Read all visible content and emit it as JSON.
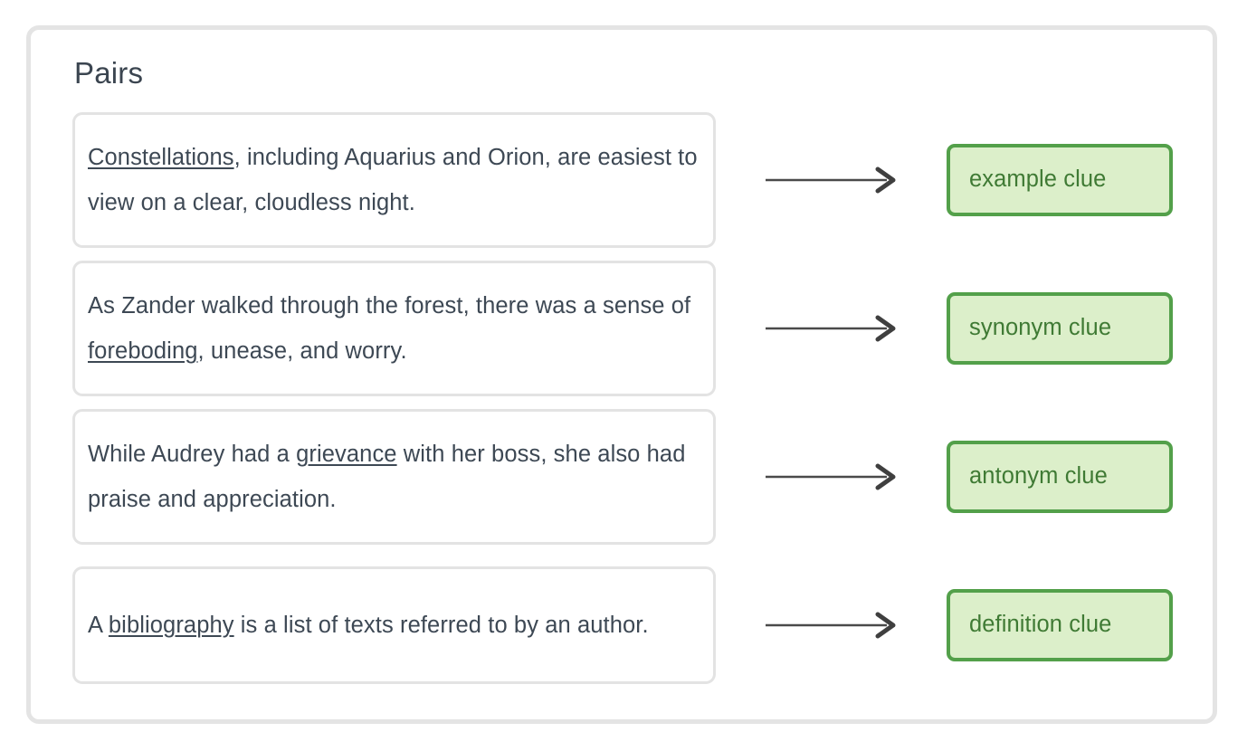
{
  "panel": {
    "title": "Pairs"
  },
  "arrow": {
    "icon": "arrow-right-icon",
    "color": "#4a4a4a"
  },
  "colors": {
    "panel_border": "#e4e4e4",
    "card_border": "#e3e3e3",
    "text": "#3d4854",
    "clue_fill": "#dcefca",
    "clue_border": "#53a04a",
    "clue_text": "#3f7a34"
  },
  "pairs": [
    {
      "sentence_full": "Constellations, including Aquarius and Orion, are easiest to view on a clear, cloudless night.",
      "keyword": "Constellations",
      "before": "",
      "after": ", including Aquarius and Orion, are easiest to view on a clear, cloudless night.",
      "clue": "example clue"
    },
    {
      "sentence_full": "As Zander walked through the forest, there was a sense of foreboding, unease, and worry.",
      "keyword": "foreboding",
      "before": "As Zander walked through the forest, there was a sense of ",
      "after": ", unease, and worry.",
      "clue": "synonym clue"
    },
    {
      "sentence_full": "While Audrey had a grievance with her boss, she also had praise and appreciation.",
      "keyword": "grievance",
      "before": "While Audrey had a ",
      "after": " with her boss, she also had praise and appreciation.",
      "clue": "antonym clue"
    },
    {
      "sentence_full": "A bibliography is a list of texts referred to by an author.",
      "keyword": "bibliography",
      "before": "A ",
      "after": " is a list of texts referred to by an author.",
      "clue": "definition clue"
    }
  ]
}
